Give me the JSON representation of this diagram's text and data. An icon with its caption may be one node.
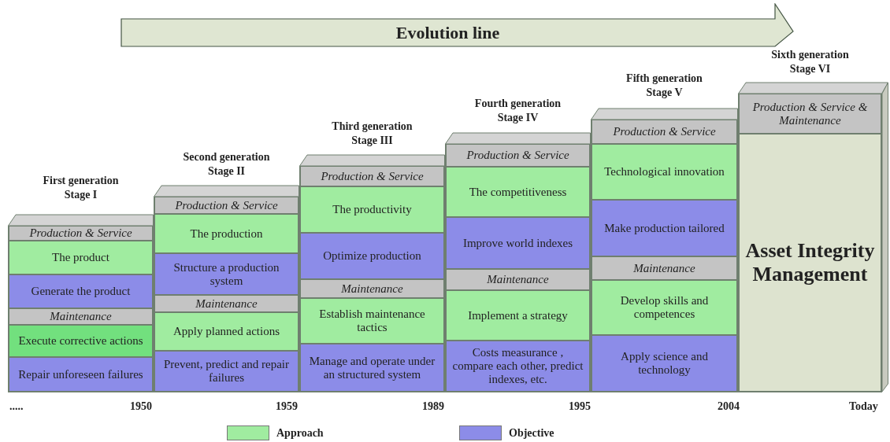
{
  "diagram": {
    "nodes": [
      {
        "text": [
          "Evolution line"
        ]
      },
      {
        "text": [
          "First generation Stage I"
        ]
      },
      {
        "text": [
          "Production & Service"
        ],
        "in": 1
      },
      {
        "text": [
          "The product"
        ],
        "in": 1
      },
      {
        "text": [
          "Generate the product"
        ],
        "in": 1
      },
      {
        "text": [
          "Maintenance"
        ],
        "in": 1
      },
      {
        "text": [
          "Execute corrective actions"
        ],
        "in": 1
      },
      {
        "text": [
          "Repair unforeseen failures"
        ],
        "in": 1
      },
      {
        "text": [
          "Second generation Stage II"
        ]
      },
      {
        "text": [
          "Production & Service"
        ],
        "in": 8
      },
      {
        "text": [
          "The production"
        ],
        "in": 8
      },
      {
        "text": [
          "Structure a production system"
        ],
        "in": 8
      },
      {
        "text": [
          "Maintenance"
        ],
        "in": 8
      },
      {
        "text": [
          "Apply planned actions"
        ],
        "in": 8
      },
      {
        "text": [
          "Prevent, predict and repair failures"
        ],
        "in": 8
      },
      {
        "text": [
          "Third generation Stage III"
        ]
      },
      {
        "text": [
          "Production & Service"
        ],
        "in": 15
      },
      {
        "text": [
          "The productivity"
        ],
        "in": 15
      },
      {
        "text": [
          "Optimize production"
        ],
        "in": 15
      },
      {
        "text": [
          "Maintenance"
        ],
        "in": 15
      },
      {
        "text": [
          "Establish maintenance tactics"
        ],
        "in": 15
      },
      {
        "text": [
          "Manage and operate under an structured system"
        ],
        "in": 15
      },
      {
        "text": [
          "Fourth generation Stage IV"
        ]
      },
      {
        "text": [
          "Production & Service"
        ],
        "in": 22
      },
      {
        "text": [
          "The competitiveness"
        ],
        "in": 22
      },
      {
        "text": [
          "Improve world indexes"
        ],
        "in": 22
      },
      {
        "text": [
          "Maintenance"
        ],
        "in": 22
      },
      {
        "text": [
          "Implement a strategy"
        ],
        "in": 22
      },
      {
        "text": [
          "Costs measurance , compare each other, predict indexes, etc."
        ],
        "in": 22
      },
      {
        "text": [
          "Fifth generation Stage V"
        ]
      },
      {
        "text": [
          "Production & Service"
        ],
        "in": 29
      },
      {
        "text": [
          "Technological innovation"
        ],
        "in": 29
      },
      {
        "text": [
          "Make production tailored"
        ],
        "in": 29
      },
      {
        "text": [
          "Maintenance"
        ],
        "in": 29
      },
      {
        "text": [
          "Develop skills and competences"
        ],
        "in": 29
      },
      {
        "text": [
          "Apply science and technology"
        ],
        "in": 29
      },
      {
        "text": [
          "Sixth generation Stage VI"
        ]
      },
      {
        "text": [
          "Production & Service & Maintenance"
        ],
        "in": 36
      },
      {
        "text": [
          "Asset Integrity Management"
        ],
        "in": 36
      }
    ],
    "labels": [
      ".....",
      "1950",
      "1959",
      "1989",
      "1995",
      "2004",
      "Today"
    ],
    "legend": [
      {
        "text": "Approach",
        "color": "#a0eca0"
      },
      {
        "text": "Objective",
        "color": "#8c8ce8"
      }
    ]
  }
}
